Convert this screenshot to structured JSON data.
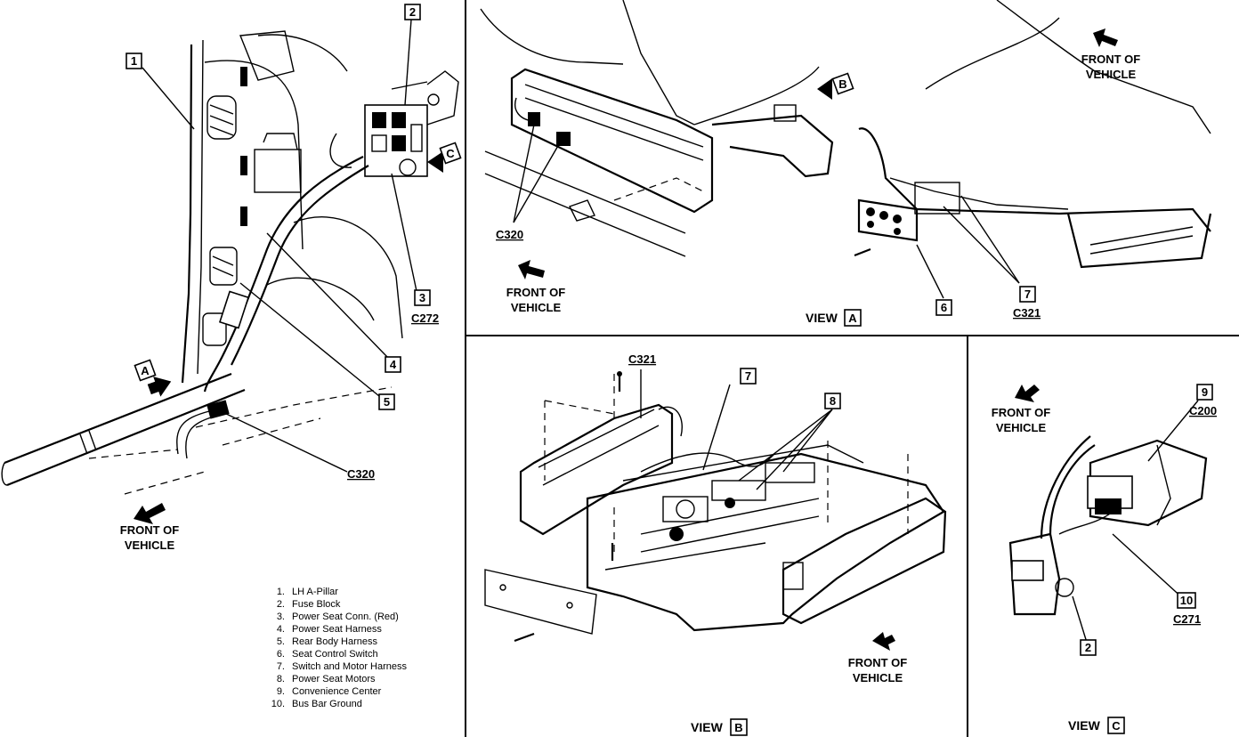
{
  "callouts": {
    "main": [
      "1",
      "2",
      "3",
      "4",
      "5"
    ],
    "view_a": [
      "6",
      "7"
    ],
    "view_b": [
      "7",
      "8"
    ],
    "view_c": [
      "9",
      "10",
      "2"
    ],
    "arrow_a": "A",
    "arrow_b": "B",
    "arrow_c": "C"
  },
  "connectors": {
    "main_c272": "C272",
    "main_c320": "C320",
    "view_a_c320": "C320",
    "view_a_c321": "C321",
    "view_b_c321": "C321",
    "view_c_c200": "C200",
    "view_c_c271": "C271"
  },
  "front_of_vehicle": {
    "line1": "FRONT OF",
    "line2": "VEHICLE"
  },
  "views": {
    "a": {
      "word": "VIEW",
      "letter": "A"
    },
    "b": {
      "word": "VIEW",
      "letter": "B"
    },
    "c": {
      "word": "VIEW",
      "letter": "C"
    }
  },
  "legend": [
    {
      "num": "1.",
      "text": "LH A-Pillar"
    },
    {
      "num": "2.",
      "text": "Fuse Block"
    },
    {
      "num": "3.",
      "text": "Power Seat Conn. (Red)"
    },
    {
      "num": "4.",
      "text": "Power Seat Harness"
    },
    {
      "num": "5.",
      "text": "Rear Body Harness"
    },
    {
      "num": "6.",
      "text": "Seat Control Switch"
    },
    {
      "num": "7.",
      "text": "Switch and Motor Harness"
    },
    {
      "num": "8.",
      "text": "Power Seat Motors"
    },
    {
      "num": "9.",
      "text": "Convenience Center"
    },
    {
      "num": "10.",
      "text": "Bus Bar Ground"
    }
  ]
}
